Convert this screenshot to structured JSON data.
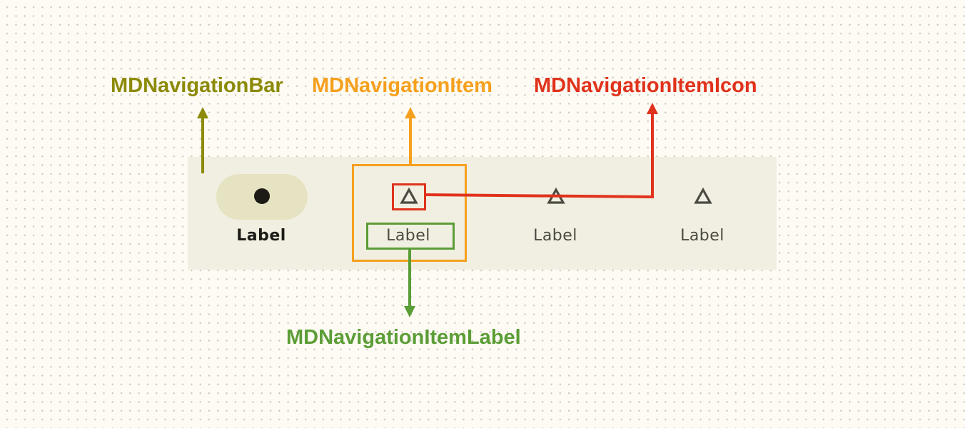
{
  "annotations": {
    "navigation_bar": "MDNavigationBar",
    "navigation_item": "MDNavigationItem",
    "navigation_item_icon": "MDNavigationItemIcon",
    "navigation_item_label": "MDNavigationItemLabel"
  },
  "nav_bar": {
    "items": [
      {
        "label": "Label",
        "icon": "circle-icon",
        "active": true
      },
      {
        "label": "Label",
        "icon": "triangle-icon",
        "active": false
      },
      {
        "label": "Label",
        "icon": "triangle-icon",
        "active": false
      },
      {
        "label": "Label",
        "icon": "triangle-icon",
        "active": false
      }
    ]
  },
  "colors": {
    "navigation_bar": "#8c8a06",
    "navigation_item": "#f6a01e",
    "navigation_item_icon": "#e0321c",
    "navigation_item_label": "#5b9d36",
    "bar_background": "#f1efe1",
    "active_indicator": "#e6e3c2"
  }
}
